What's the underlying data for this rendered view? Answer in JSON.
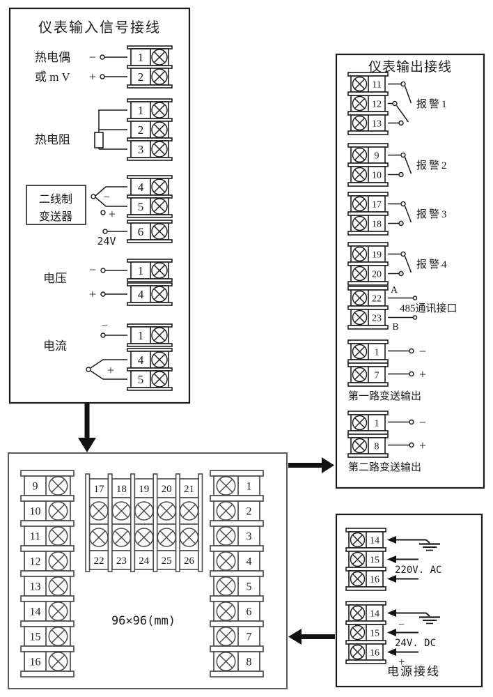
{
  "colors": {
    "ink": "#1a1a1a",
    "rear_ink": "#4a4a4a",
    "background": "#ffffff"
  },
  "signs": {
    "minus": "−",
    "plus": "+"
  },
  "input_box": {
    "title": "仪表输入信号接线",
    "thermocouple": {
      "label_line1": "热电偶",
      "label_line2": "或 m V",
      "terminals": [
        "1",
        "2"
      ]
    },
    "rtd": {
      "label": "热电阻",
      "terminals": [
        "1",
        "2",
        "3"
      ]
    },
    "transmitter": {
      "box_line1": "二线制",
      "box_line2": "变送器",
      "supply_label": "24V",
      "terminals_upper": [
        "4",
        "5"
      ],
      "terminal_supply": [
        "6"
      ]
    },
    "voltage": {
      "label": "电压",
      "terminal_minus": [
        "1"
      ],
      "terminal_plus": [
        "4"
      ]
    },
    "current": {
      "label": "电流",
      "terminal_minus": [
        "1"
      ],
      "terminals_plus": [
        "4",
        "5"
      ]
    }
  },
  "output_box": {
    "title": "仪表输出接线",
    "alarm1": {
      "label": "报警1",
      "terminals": [
        "11",
        "12",
        "13"
      ]
    },
    "alarm2": {
      "label": "报警2",
      "terminals": [
        "9",
        "10"
      ]
    },
    "alarm3": {
      "label": "报警3",
      "terminals": [
        "17",
        "18"
      ]
    },
    "alarm4": {
      "label": "报警4",
      "terminals": [
        "19",
        "20"
      ]
    },
    "rs485": {
      "label": "485通讯接口",
      "line_a": "A",
      "line_b": "B",
      "terminals": [
        "22",
        "23"
      ]
    },
    "retrans1": {
      "label": "第一路变送输出",
      "terminals_first": [
        "1"
      ],
      "terminals_second": [
        "7"
      ]
    },
    "retrans2": {
      "label": "第二路变送输出",
      "terminals_first": [
        "1"
      ],
      "terminals_second": [
        "8"
      ]
    }
  },
  "rear_box": {
    "size_label": "96×96(mm)",
    "left_terminals": [
      "9",
      "10",
      "11",
      "12",
      "13",
      "14",
      "15",
      "16"
    ],
    "right_terminals": [
      "1",
      "2",
      "3",
      "4",
      "5",
      "6",
      "7",
      "8"
    ],
    "middle_top": [
      "17",
      "18",
      "19",
      "20",
      "21"
    ],
    "middle_bottom": [
      "22",
      "23",
      "24",
      "25",
      "26"
    ]
  },
  "power_box": {
    "title": "电源接线",
    "ac": {
      "label": "220V. AC",
      "terminals": [
        "14",
        "15",
        "16"
      ]
    },
    "dc": {
      "label": "24V. DC",
      "terminals": [
        "14",
        "15",
        "16"
      ]
    }
  }
}
